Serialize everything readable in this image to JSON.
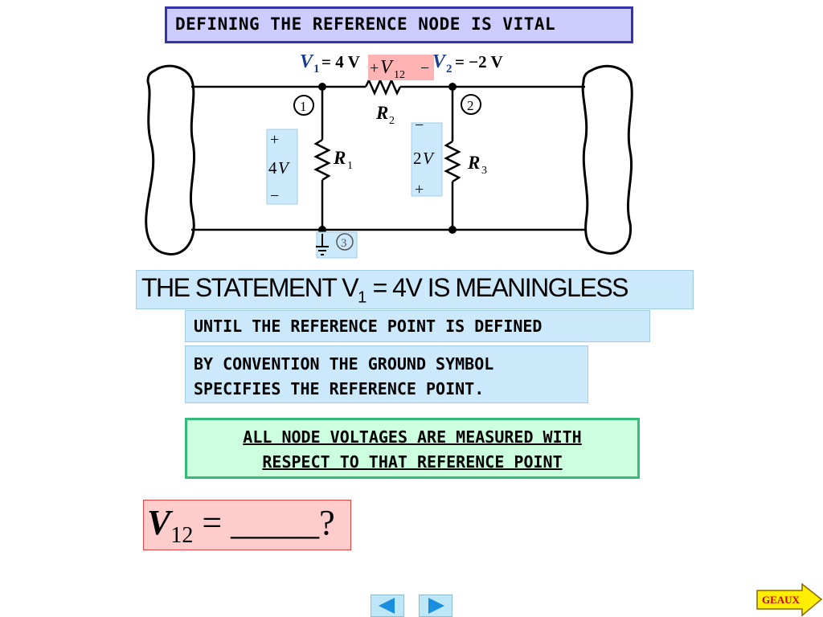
{
  "title": "DEFINING THE REFERENCE NODE IS VITAL",
  "circuit": {
    "v1_label": "= 4 V",
    "v2_label": "= −2 V",
    "v12_plus": "+",
    "v12_minus": "−",
    "node1": "1",
    "node2": "2",
    "node3": "3",
    "r1": "1",
    "r2": "2",
    "r3": "3",
    "r1_voltage": "4",
    "r3_voltage": "2",
    "plus": "+",
    "minus": "−"
  },
  "statement": {
    "prefix": "THE STATEMENT  V",
    "sub": "1",
    "suffix": " = 4V  IS MEANINGLESS"
  },
  "until_text": "UNTIL THE REFERENCE POINT IS DEFINED",
  "convention": {
    "line1": "BY CONVENTION THE GROUND SYMBOL",
    "line2": "SPECIFIES THE REFERENCE POINT."
  },
  "emphasis": {
    "line1": "ALL NODE VOLTAGES ARE MEASURED WITH",
    "line2": "RESPECT TO THAT REFERENCE POINT"
  },
  "question": {
    "var": "V",
    "sub": "12",
    "rest": " = _____?"
  },
  "nav": {
    "geaux_label": "GEAUX",
    "colors": {
      "nav_fill": "#1a8fe0",
      "nav_bg": "#bde6f6",
      "geaux_fill": "#ffee00",
      "geaux_text": "#cc0000"
    }
  }
}
